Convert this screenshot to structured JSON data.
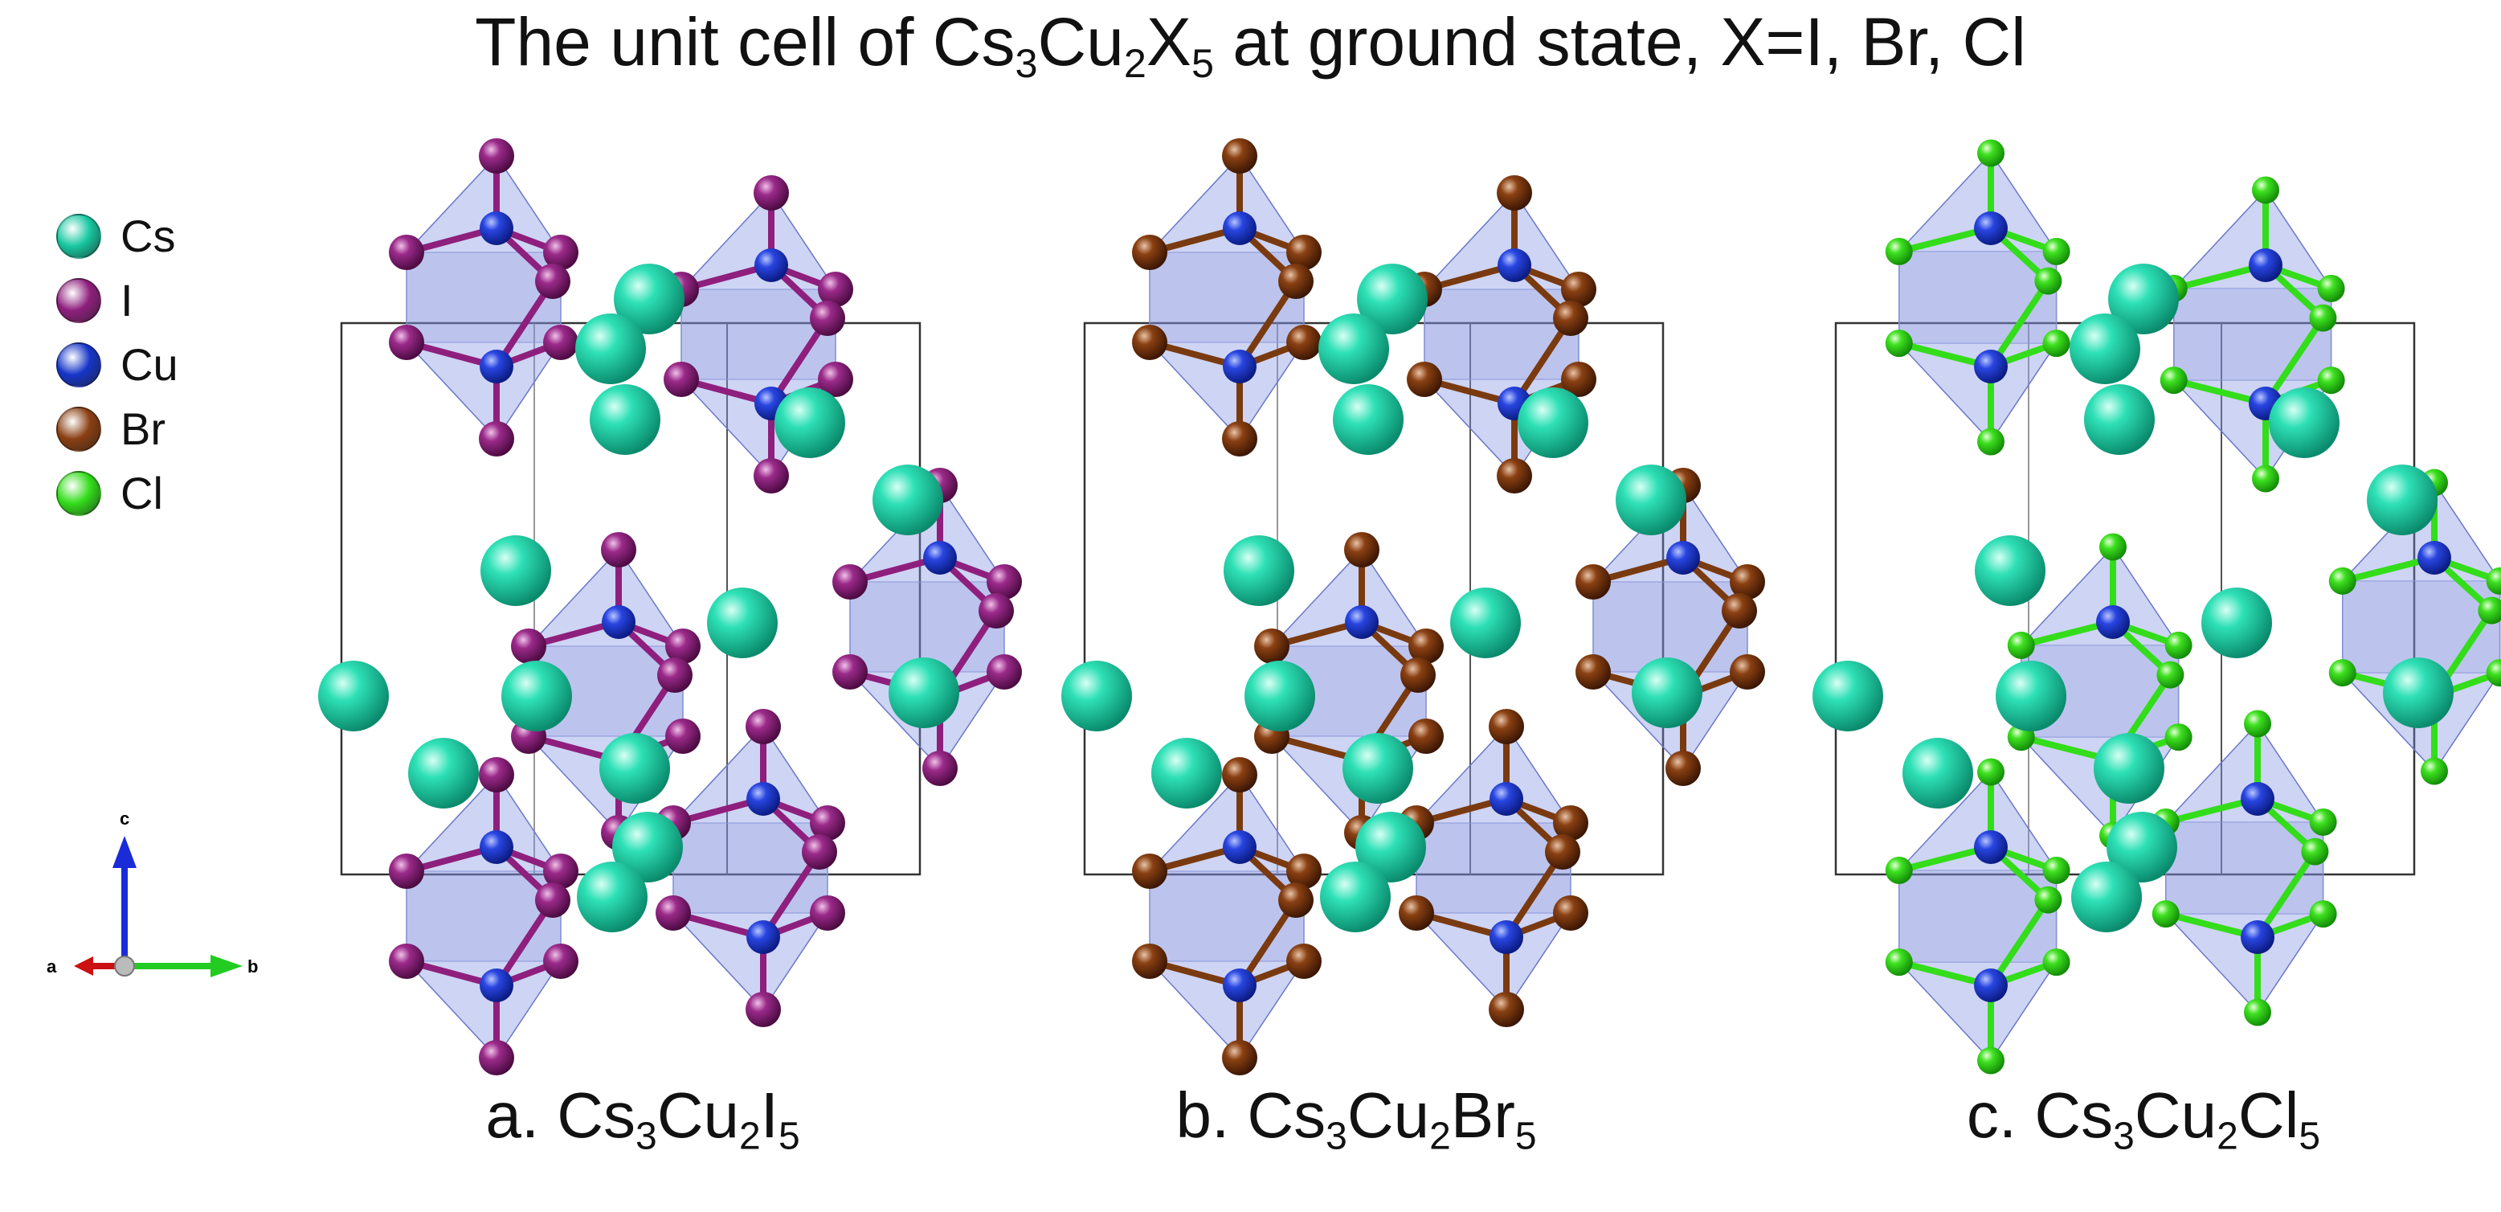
{
  "title": {
    "parts": [
      {
        "t": "The unit cell of Cs"
      },
      {
        "t": "3",
        "sub": true
      },
      {
        "t": "Cu"
      },
      {
        "t": "2",
        "sub": true
      },
      {
        "t": "X"
      },
      {
        "t": "5",
        "sub": true
      },
      {
        "t": " at ground state, X=I, Br, Cl"
      }
    ]
  },
  "legend": [
    {
      "label": "Cs",
      "color": "#16c7a0"
    },
    {
      "label": "I",
      "color": "#8e1f7d"
    },
    {
      "label": "Cu",
      "color": "#1535c8"
    },
    {
      "label": "Br",
      "color": "#8a3f12"
    },
    {
      "label": "Cl",
      "color": "#33dd1a"
    }
  ],
  "axes": {
    "c": "c",
    "a": "a",
    "b": "b"
  },
  "panels": [
    {
      "id": "a",
      "halide": "I",
      "halide_color": "#8e1f7d",
      "caption": [
        {
          "t": "a. Cs"
        },
        {
          "t": "3",
          "sub": true
        },
        {
          "t": "Cu"
        },
        {
          "t": "2",
          "sub": true
        },
        {
          "t": "I"
        },
        {
          "t": "5",
          "sub": true
        }
      ]
    },
    {
      "id": "b",
      "halide": "Br",
      "halide_color": "#7a3a10",
      "caption": [
        {
          "t": "b. Cs"
        },
        {
          "t": "3",
          "sub": true
        },
        {
          "t": "Cu"
        },
        {
          "t": "2",
          "sub": true
        },
        {
          "t": "Br"
        },
        {
          "t": "5",
          "sub": true
        }
      ]
    },
    {
      "id": "c",
      "halide": "Cl",
      "halide_color": "#33dd1a",
      "caption": [
        {
          "t": "c. Cs"
        },
        {
          "t": "3",
          "sub": true
        },
        {
          "t": "Cu"
        },
        {
          "t": "2",
          "sub": true
        },
        {
          "t": "Cl"
        },
        {
          "t": "5",
          "sub": true
        }
      ]
    }
  ],
  "colors": {
    "cs": "#16c7a0",
    "cu": "#1535c8",
    "polyhedron": "#7f8fe0",
    "cell_line": "#333333"
  }
}
